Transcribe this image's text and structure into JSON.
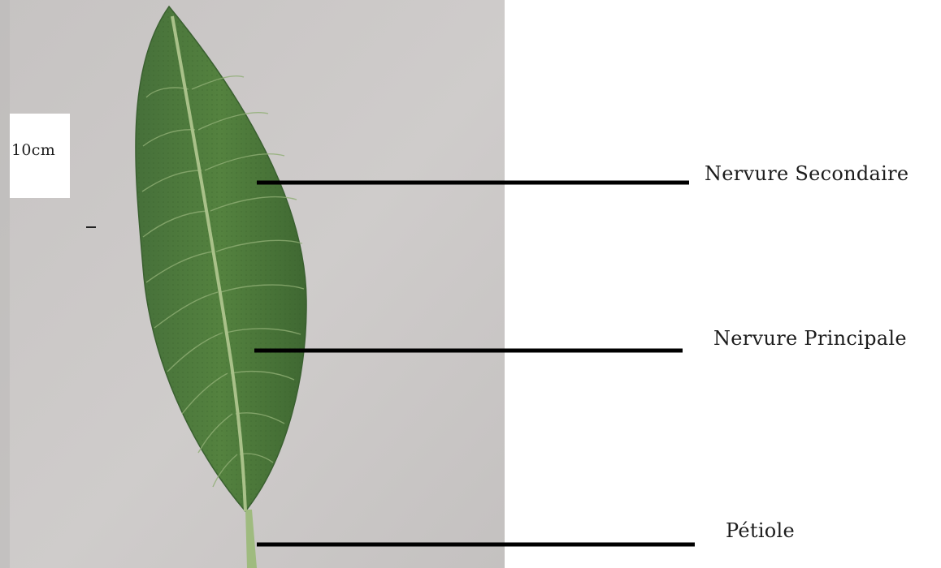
{
  "figure": {
    "scale_label": "10cm",
    "labels": {
      "secondary_vein": "Nervure Secondaire",
      "main_vein": "Nervure Principale",
      "petiole": "Pétiole"
    }
  },
  "colors": {
    "photo_background": "#c9c6c5",
    "leaf": "#4e7a3b",
    "leaf_dark": "#3e6630",
    "vein": "#a9c189",
    "leader_line": "#000000",
    "page_background": "#ffffff"
  },
  "icons": {
    "leaf": "sage-leaf-photo"
  }
}
